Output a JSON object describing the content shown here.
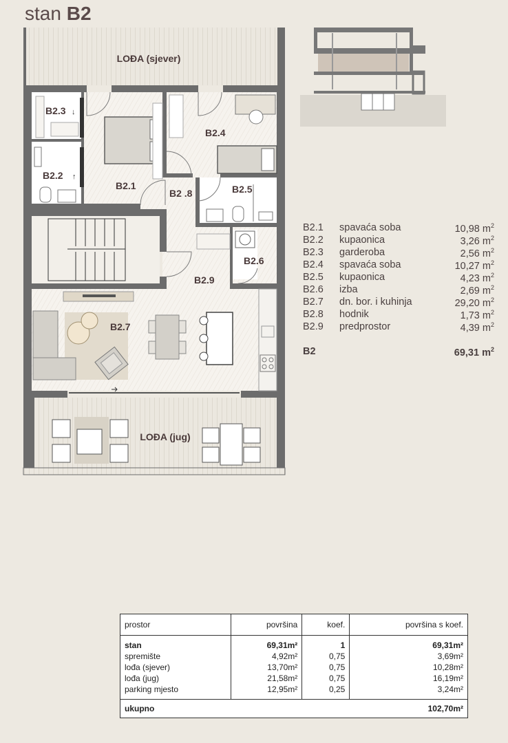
{
  "header": {
    "prefix": "stan",
    "unit": "B2"
  },
  "plan_labels": {
    "loggia_north": "LOĐA (sjever)",
    "loggia_south": "LOĐA (jug)",
    "b21": "B2.1",
    "b22": "B2.2",
    "b23": "B2.3",
    "b24": "B2.4",
    "b25": "B2.5",
    "b26": "B2.6",
    "b27": "B2.7",
    "b28": "B2 .8",
    "b29": "B2.9"
  },
  "rooms": [
    {
      "code": "B2.1",
      "name": "spavaća soba",
      "area": "10,98 m",
      "unit_sup": "2"
    },
    {
      "code": "B2.2",
      "name": "kupaonica",
      "area": "3,26 m",
      "unit_sup": "2"
    },
    {
      "code": "B2.3",
      "name": "garderoba",
      "area": "2,56 m",
      "unit_sup": "2"
    },
    {
      "code": "B2.4",
      "name": "spavaća soba",
      "area": "10,27 m",
      "unit_sup": "2"
    },
    {
      "code": "B2.5",
      "name": "kupaonica",
      "area": "4,23 m",
      "unit_sup": "2"
    },
    {
      "code": "B2.6",
      "name": "izba",
      "area": "2,69 m",
      "unit_sup": "2"
    },
    {
      "code": "B2.7",
      "name": "dn. bor. i kuhinja",
      "area": "29,20 m",
      "unit_sup": "2"
    },
    {
      "code": "B2.8",
      "name": "hodnik",
      "area": "1,73 m",
      "unit_sup": "2"
    },
    {
      "code": "B2.9",
      "name": "predprostor",
      "area": "4,39 m",
      "unit_sup": "2"
    }
  ],
  "rooms_total": {
    "code": "B2",
    "area": "69,31 m",
    "unit_sup": "2"
  },
  "summary": {
    "headers": {
      "prostor": "prostor",
      "povrsina": "površina",
      "koef": "koef.",
      "povrsina_koef": "površina s koef."
    },
    "rows": [
      {
        "prostor": "stan",
        "povrsina": "69,31m²",
        "koef": "1",
        "povrsina_koef": "69,31m²"
      },
      {
        "prostor": "spremište",
        "povrsina": "4,92m²",
        "koef": "0,75",
        "povrsina_koef": "3,69m²"
      },
      {
        "prostor": "lođa (sjever)",
        "povrsina": "13,70m²",
        "koef": "0,75",
        "povrsina_koef": "10,28m²"
      },
      {
        "prostor": "lođa (jug)",
        "povrsina": "21,58m²",
        "koef": "0,75",
        "povrsina_koef": "16,19m²"
      },
      {
        "prostor": "parking mjesto",
        "povrsina": "12,95m²",
        "koef": "0,25",
        "povrsina_koef": "3,24m²"
      }
    ],
    "total": {
      "label": "ukupno",
      "value": "102,70m²"
    }
  }
}
